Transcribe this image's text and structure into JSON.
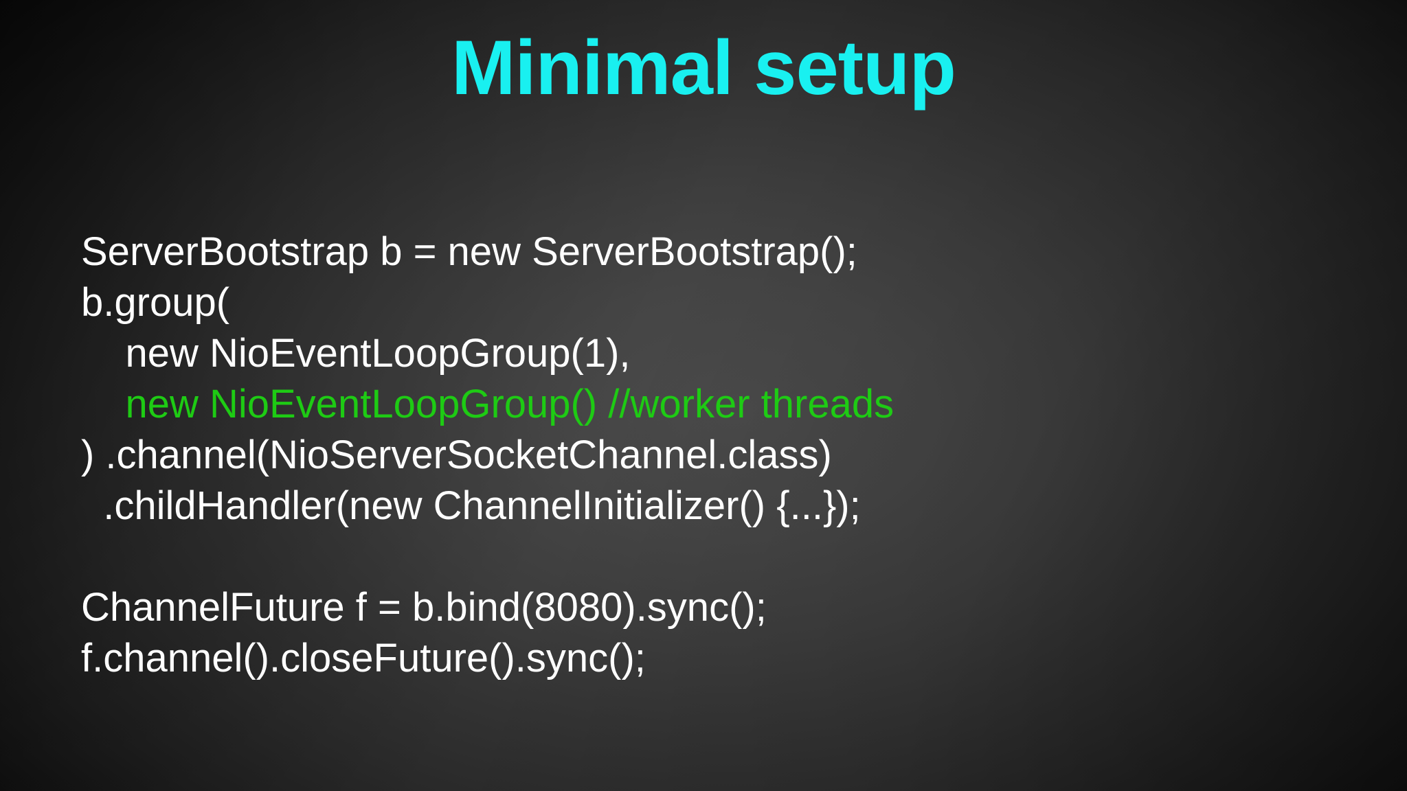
{
  "slide": {
    "title": "Minimal setup",
    "title_color": "#19f0f0",
    "background_color_center": "#4a4a4a",
    "background_color_edge": "#030303",
    "code_color": "#ffffff",
    "comment_color": "#1ecb14",
    "code_lines": [
      {
        "text": "ServerBootstrap b = new ServerBootstrap();",
        "style": "normal"
      },
      {
        "text": "b.group(",
        "style": "normal"
      },
      {
        "text": "    new NioEventLoopGroup(1),",
        "style": "normal"
      },
      {
        "text": "    new NioEventLoopGroup() //worker threads",
        "style": "comment"
      },
      {
        "text": ") .channel(NioServerSocketChannel.class)",
        "style": "normal"
      },
      {
        "text": "  .childHandler(new ChannelInitializer() {...});",
        "style": "normal"
      },
      {
        "text": "",
        "style": "blank"
      },
      {
        "text": "ChannelFuture f = b.bind(8080).sync();",
        "style": "normal"
      },
      {
        "text": "f.channel().closeFuture().sync();",
        "style": "normal"
      }
    ]
  }
}
